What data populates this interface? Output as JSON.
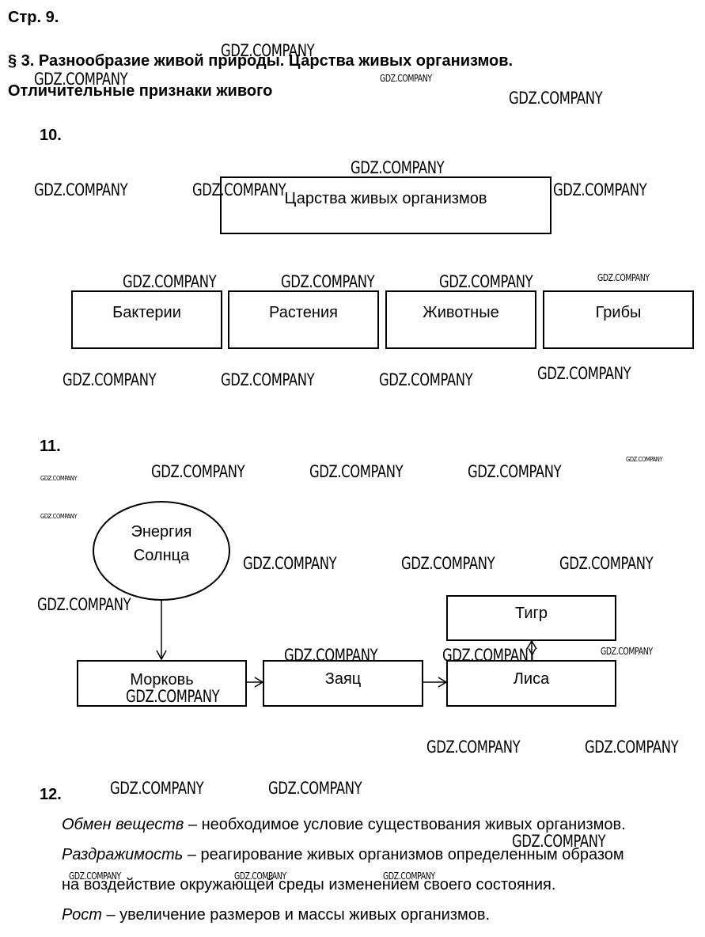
{
  "header": {
    "page": "Стр. 9.",
    "section_title": "§ 3. Разнообразие живой природы. Царства живых организмов.",
    "subtitle": "Отличительные признаки живого"
  },
  "task10": {
    "number": "10.",
    "root": "Царства живых организмов",
    "kingdoms": [
      "Бактерии",
      "Растения",
      "Животные",
      "Грибы"
    ]
  },
  "task11": {
    "number": "11.",
    "sun_line1": "Энергия",
    "sun_line2": "Солнца",
    "carrot": "Морковь",
    "hare": "Заяц",
    "fox": "Лиса",
    "tiger": "Тигр"
  },
  "task12": {
    "number": "12.",
    "p1_term": "Обмен веществ",
    "p1_text": " – необходимое условие существования живых организмов.",
    "p2_term": "Раздражимость",
    "p2_text": " – реагирование живых организмов определенным образом",
    "p2_cont": "на воздействие окружающей среды изменением своего состояния.",
    "p3_term": "Рост",
    "p3_text": " – увеличение размеров и массы живых организмов."
  },
  "watermark": "GDZ.COMPANY"
}
